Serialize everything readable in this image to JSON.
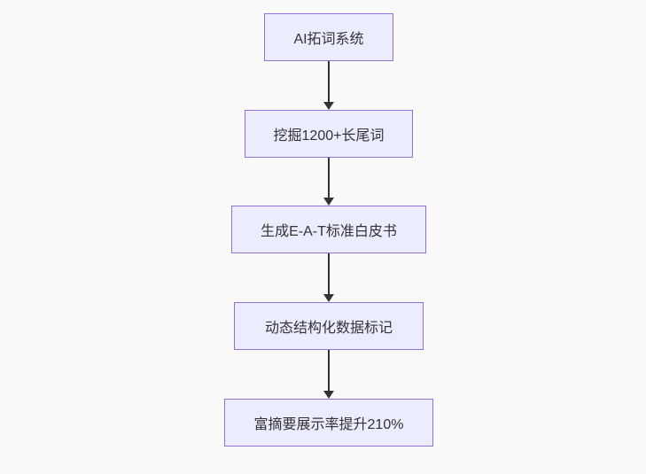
{
  "colors": {
    "background": "#fafafa",
    "node_fill": "#ececff",
    "node_border": "#9370db",
    "arrow": "#333333",
    "text": "#333333"
  },
  "flowchart": {
    "type": "flowchart",
    "direction": "top-down",
    "nodes": [
      {
        "id": "n1",
        "label": "AI拓词系统"
      },
      {
        "id": "n2",
        "label": "挖掘1200+长尾词"
      },
      {
        "id": "n3",
        "label": "生成E-A-T标准白皮书"
      },
      {
        "id": "n4",
        "label": "动态结构化数据标记"
      },
      {
        "id": "n5",
        "label": "富摘要展示率提升210%"
      }
    ],
    "edges": [
      {
        "from": "n1",
        "to": "n2"
      },
      {
        "from": "n2",
        "to": "n3"
      },
      {
        "from": "n3",
        "to": "n4"
      },
      {
        "from": "n4",
        "to": "n5"
      }
    ]
  }
}
